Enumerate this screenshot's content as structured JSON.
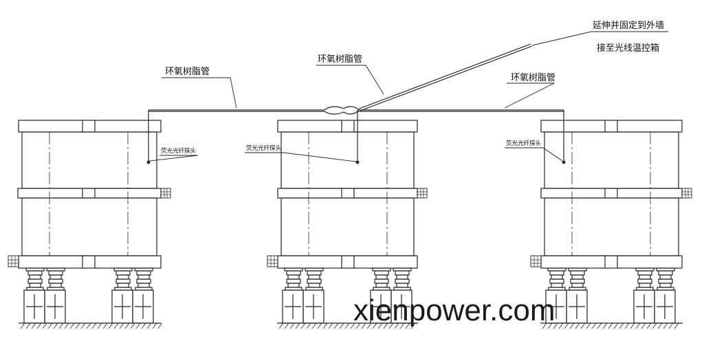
{
  "labels": {
    "pipe": "环氧树脂管",
    "probe": "荧光光纤探头",
    "extend_line1": "延伸并固定到外墙",
    "extend_line2": "接至光线温控箱"
  },
  "watermark": "xienpower.com",
  "colors": {
    "line": "#222222",
    "background": "#ffffff"
  }
}
